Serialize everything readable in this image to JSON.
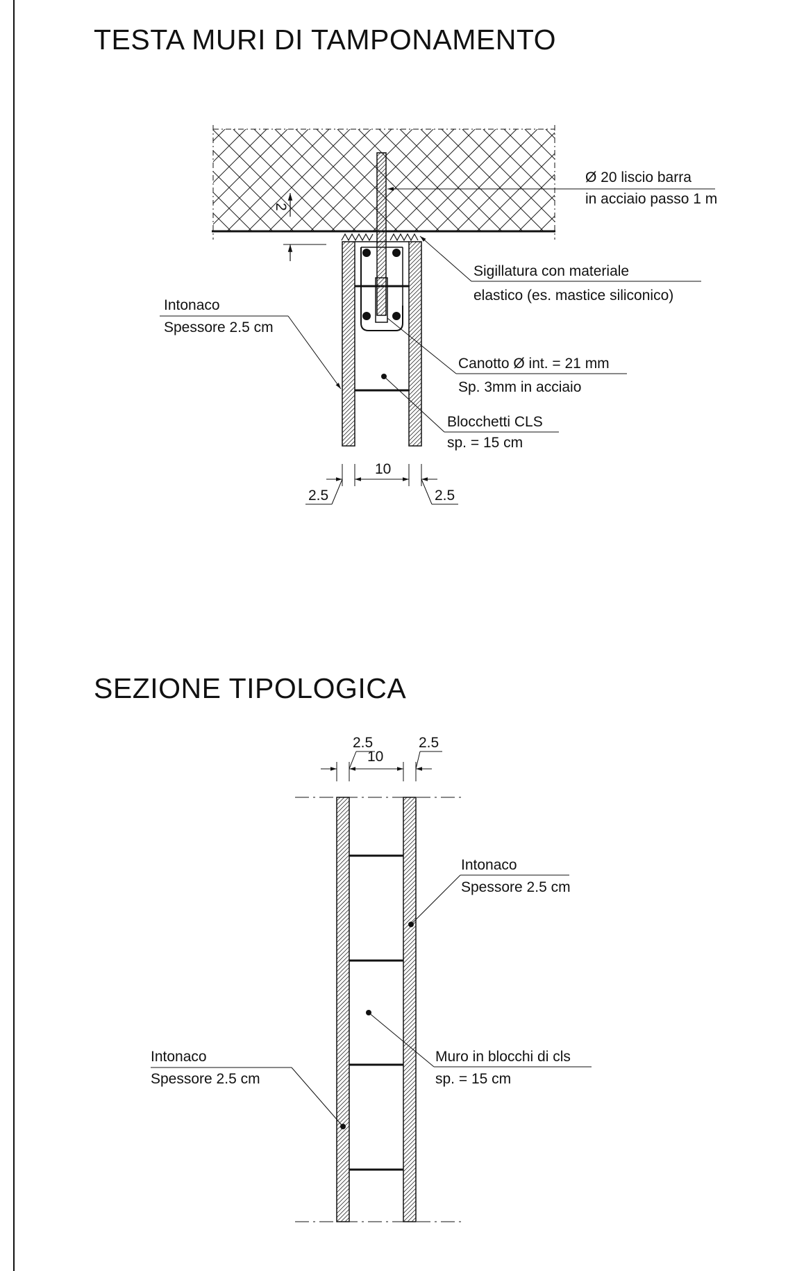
{
  "section1": {
    "title": "TESTA MURI DI TAMPONAMENTO",
    "labels": {
      "bar_line1": "Ø 20 liscio barra",
      "bar_line2": "in acciaio passo 1 m",
      "seal_line1": "Sigillatura con materiale",
      "seal_line2": "elastico (es. mastice siliconico)",
      "plaster_line1": "Intonaco",
      "plaster_line2": "Spessore 2.5 cm",
      "sleeve_line1": "Canotto Ø int. = 21 mm",
      "sleeve_line2": "Sp. 3mm in acciaio",
      "blocks_line1": "Blocchetti CLS",
      "blocks_line2": "sp. = 15 cm"
    },
    "dims": {
      "gap": "2",
      "core": "10",
      "plaster_left": "2.5",
      "plaster_right": "2.5"
    }
  },
  "section2": {
    "title": "SEZIONE TIPOLOGICA",
    "labels": {
      "plaster_right_line1": "Intonaco",
      "plaster_right_line2": "Spessore 2.5 cm",
      "wall_line1": "Muro in blocchi di cls",
      "wall_line2": "sp. = 15 cm",
      "plaster_left_line1": "Intonaco",
      "plaster_left_line2": "Spessore 2.5 cm"
    },
    "dims": {
      "plaster_left": "2.5",
      "core": "10",
      "plaster_right": "2.5"
    }
  }
}
